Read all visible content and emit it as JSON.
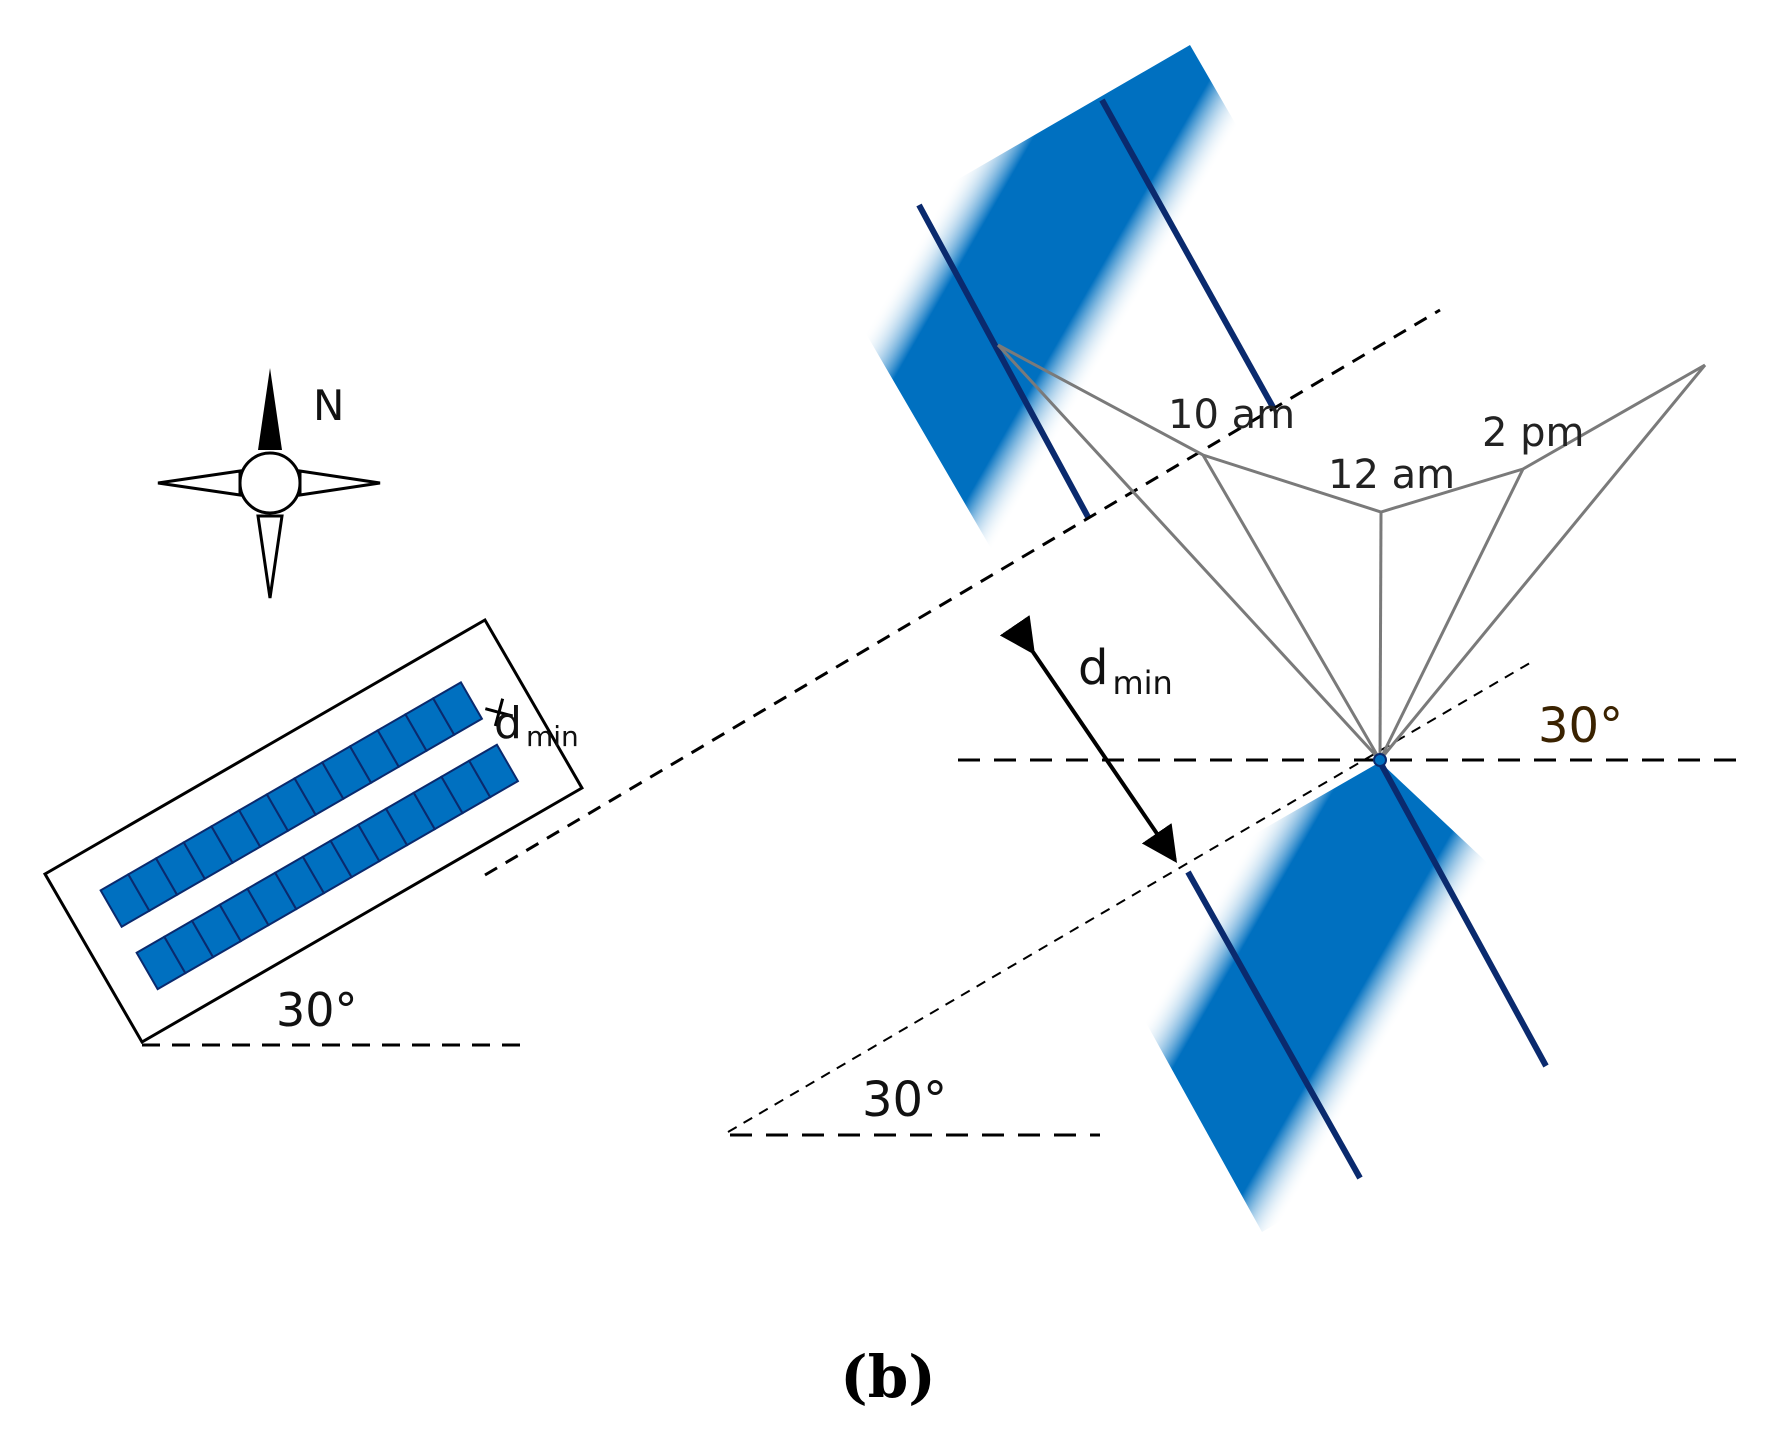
{
  "compass": {
    "north_label": "N"
  },
  "left_layout": {
    "distance_label": "d",
    "distance_subscript": "min",
    "angle_label": "30°"
  },
  "right_detail": {
    "distance_label": "d",
    "distance_subscript": "min",
    "upper_angle_label": "30°",
    "lower_angle_label": "30°",
    "sun_times": [
      "10 am",
      "12 am",
      "2 pm"
    ]
  },
  "caption": "(b)",
  "colors": {
    "panel_blue": "#0070c0",
    "panel_edge": "#0a2a6e",
    "ray_gray": "#7a7a7a",
    "label_brown": "#3a2200"
  }
}
